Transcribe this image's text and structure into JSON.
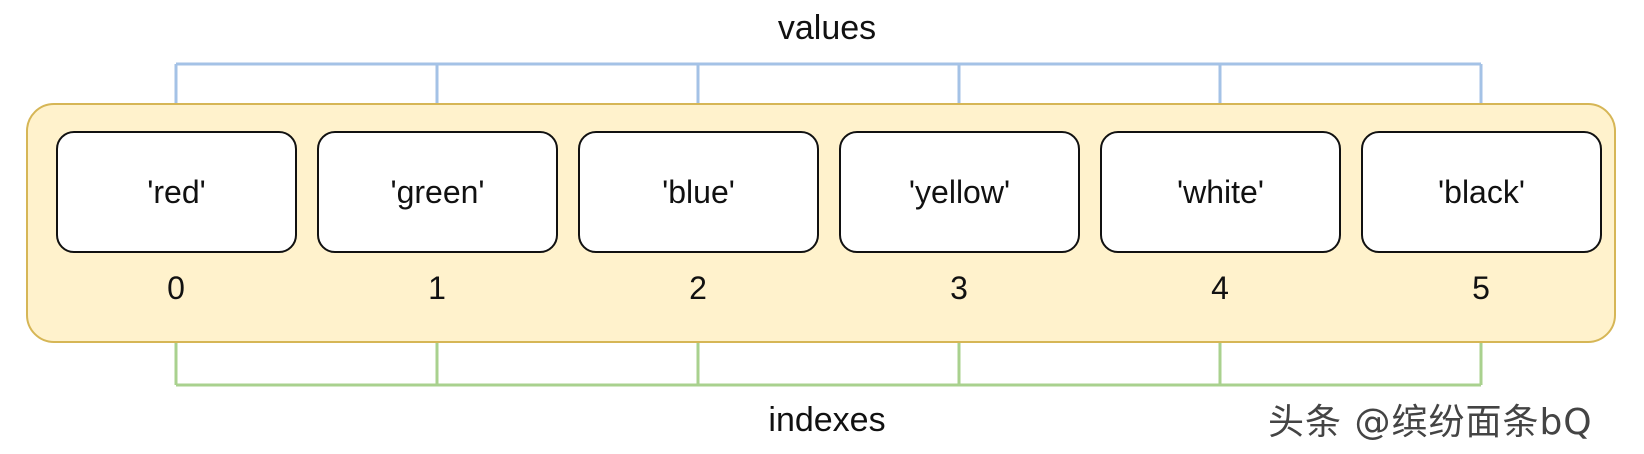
{
  "diagram": {
    "top_label": "values",
    "bottom_label": "indexes",
    "cells": [
      {
        "value": "'red'",
        "index": "0"
      },
      {
        "value": "'green'",
        "index": "1"
      },
      {
        "value": "'blue'",
        "index": "2"
      },
      {
        "value": "'yellow'",
        "index": "3"
      },
      {
        "value": "'white'",
        "index": "4"
      },
      {
        "value": "'black'",
        "index": "5"
      }
    ]
  },
  "watermark": "头条 @缤纷面条bQ",
  "colors": {
    "container_fill": "#fff2cc",
    "container_border": "#d6b656",
    "values_connector": "#a4c2e6",
    "indexes_connector": "#a9d18e"
  }
}
